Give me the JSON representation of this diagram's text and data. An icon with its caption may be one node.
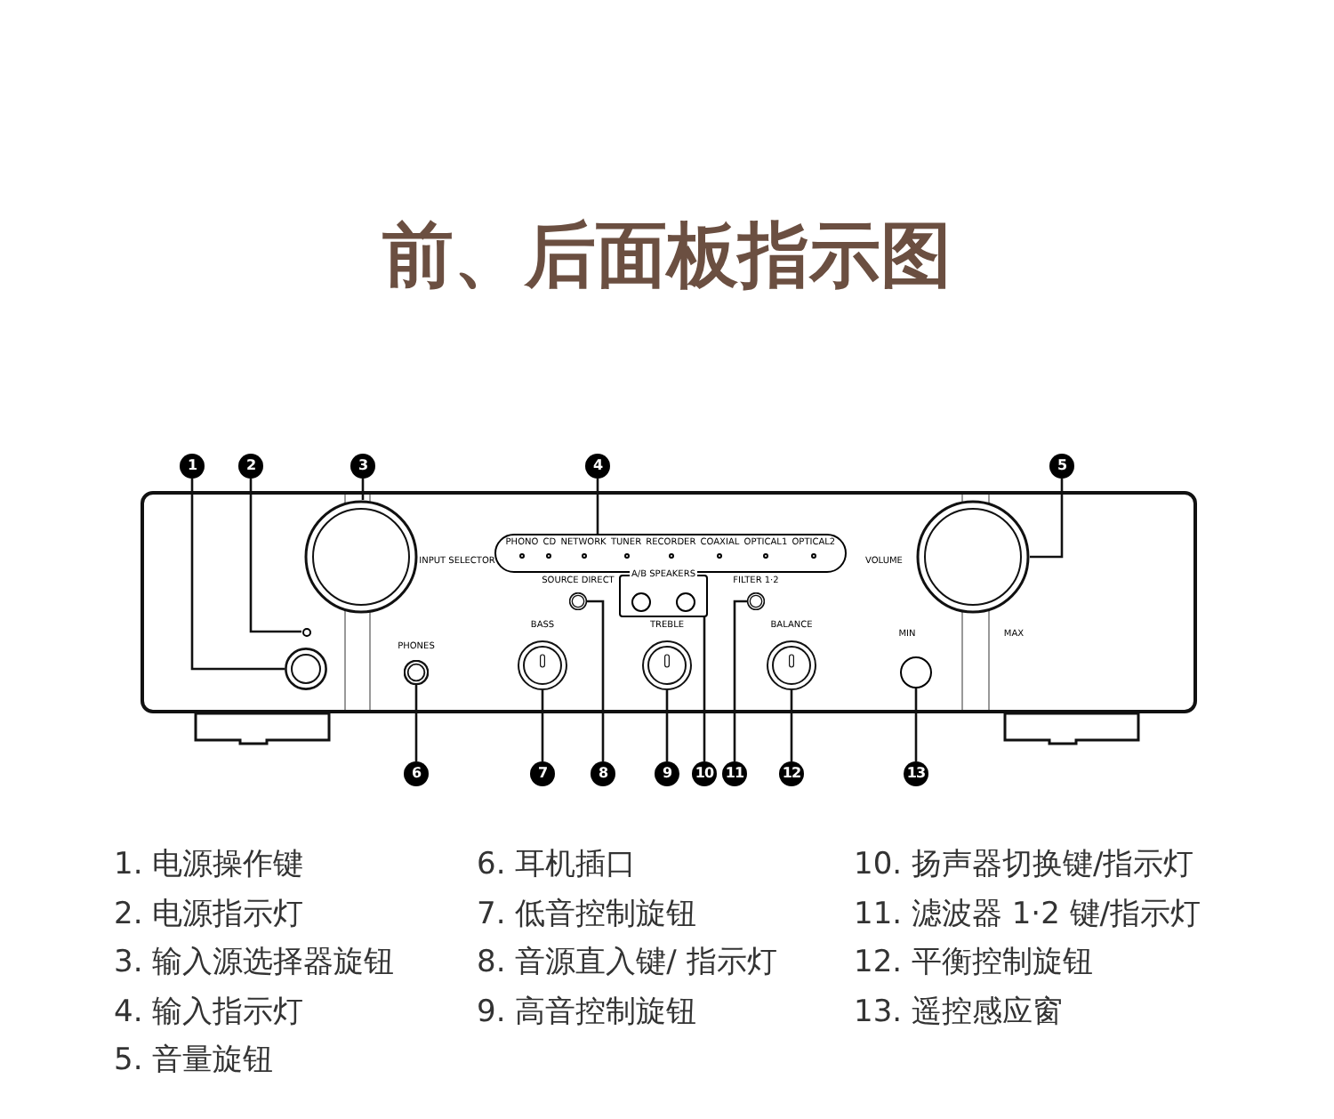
{
  "diagram": {
    "title": "前、后面板指示图",
    "nodes": [
      {
        "text": [
          "1"
        ]
      },
      {
        "text": [
          "2"
        ]
      },
      {
        "text": [
          "3"
        ]
      },
      {
        "text": [
          "4"
        ]
      },
      {
        "text": [
          "5"
        ]
      },
      {
        "text": [
          "6"
        ]
      },
      {
        "text": [
          "7"
        ]
      },
      {
        "text": [
          "8"
        ]
      },
      {
        "text": [
          "9"
        ]
      },
      {
        "text": [
          "10"
        ]
      },
      {
        "text": [
          "11"
        ]
      },
      {
        "text": [
          "12"
        ]
      },
      {
        "text": [
          "13"
        ]
      },
      {
        "text": [],
        "shape": "circle"
      },
      {
        "text": [],
        "shape": "circle"
      },
      {
        "text": [],
        "shape": "circle",
        "beside": [
          "INPUT SELECTOR"
        ]
      },
      {
        "text": [
          "PHONO",
          "CD",
          "NETWORK",
          "TUNER",
          "RECORDER",
          "COAXIAL",
          "OPTICAL1",
          "OPTICAL2"
        ]
      },
      {
        "text": [],
        "shape": "circle",
        "beside": [
          "VOLUME",
          "MIN",
          "MAX"
        ]
      },
      {
        "text": [],
        "shape": "circle",
        "beside": [
          "PHONES"
        ]
      },
      {
        "text": [],
        "shape": "circle"
      },
      {
        "text": [],
        "shape": "circle"
      },
      {
        "text": [],
        "shape": "circle"
      },
      {
        "text": [
          "A/B SPEAKERS"
        ]
      },
      {
        "text": [],
        "shape": "circle"
      },
      {
        "text": [],
        "shape": "circle"
      },
      {
        "text": [],
        "shape": "circle"
      }
    ],
    "edges": [
      {
        "from": 0,
        "to": 13,
        "arrow": "none"
      },
      {
        "from": 1,
        "to": 14,
        "arrow": "none"
      },
      {
        "from": 2,
        "to": 15,
        "arrow": "none"
      },
      {
        "from": 3,
        "to": 16,
        "arrow": "none"
      },
      {
        "from": 4,
        "to": 17,
        "arrow": "none"
      },
      {
        "from": 5,
        "to": 18,
        "arrow": "none"
      },
      {
        "from": 6,
        "to": 19,
        "arrow": "none"
      },
      {
        "from": 7,
        "to": 20,
        "arrow": "none"
      },
      {
        "from": 8,
        "to": 21,
        "arrow": "none"
      },
      {
        "from": 9,
        "to": 22,
        "arrow": "none"
      },
      {
        "from": 10,
        "to": 23,
        "arrow": "none"
      },
      {
        "from": 11,
        "to": 24,
        "arrow": "none"
      },
      {
        "from": 12,
        "to": 25,
        "arrow": "none"
      }
    ],
    "labels": [
      "SOURCE DIRECT",
      "FILTER 1·2",
      "BASS",
      "TREBLE",
      "BALANCE",
      "1. 电源操作键",
      "2. 电源指示灯",
      "3. 输入源选择器旋钮",
      "4. 输入指示灯",
      "5. 音量旋钮",
      "6. 耳机插口",
      "7. 低音控制旋钮",
      "8. 音源直入键/ 指示灯",
      "9. 高音控制旋钮",
      "10. 扬声器切换键/指示灯",
      "11. 滤波器 1·2 键/指示灯",
      "12. 平衡控制旋钮",
      "13. 遥控感应窗"
    ]
  }
}
